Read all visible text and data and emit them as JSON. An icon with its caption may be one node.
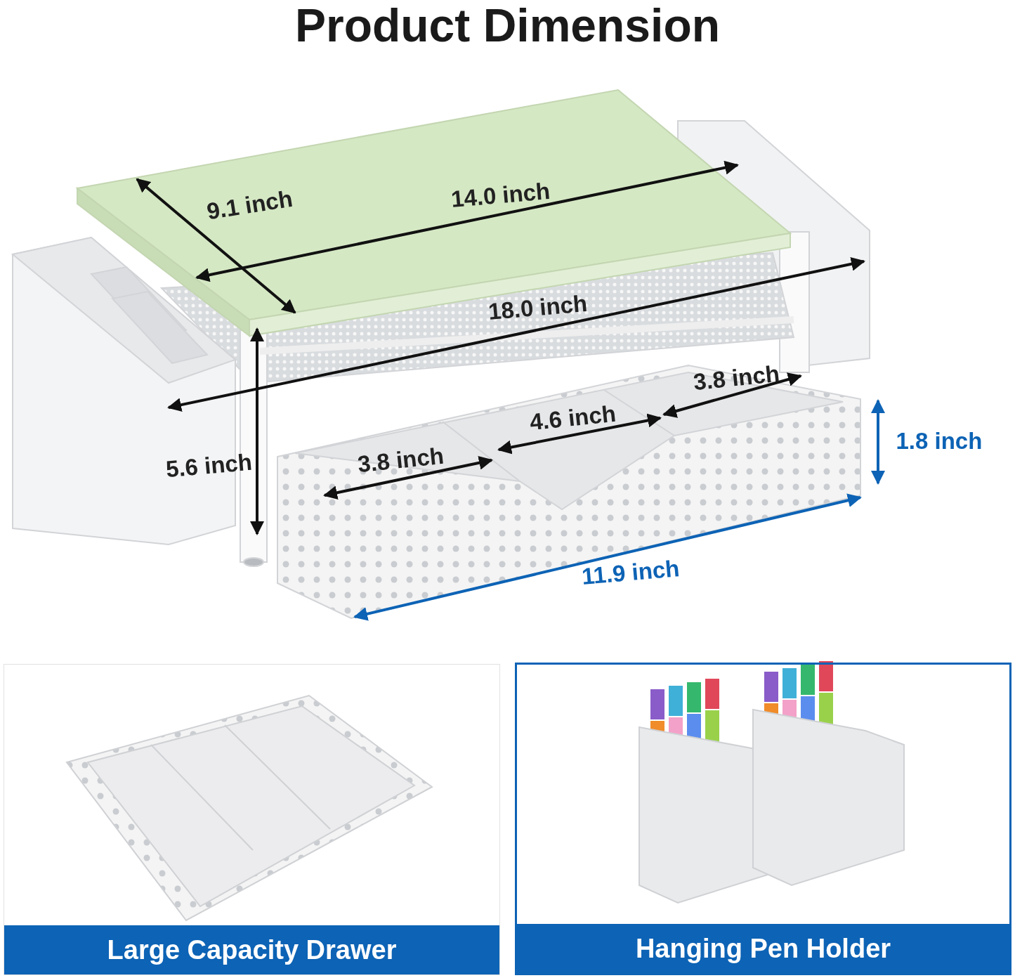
{
  "diagram": {
    "title": "Product Dimension",
    "nodes": [
      {
        "text": [
          "Large Capacity Drawer"
        ]
      },
      {
        "text": [
          "Hanging Pen Holder"
        ]
      }
    ],
    "edges": [],
    "labels": [
      "9.1 inch",
      "14.0 inch",
      "18.0 inch",
      "3.8 inch",
      "4.6 inch",
      "1.8 inch",
      "5.6 inch",
      "3.8 inch",
      "11.9 inch"
    ]
  }
}
